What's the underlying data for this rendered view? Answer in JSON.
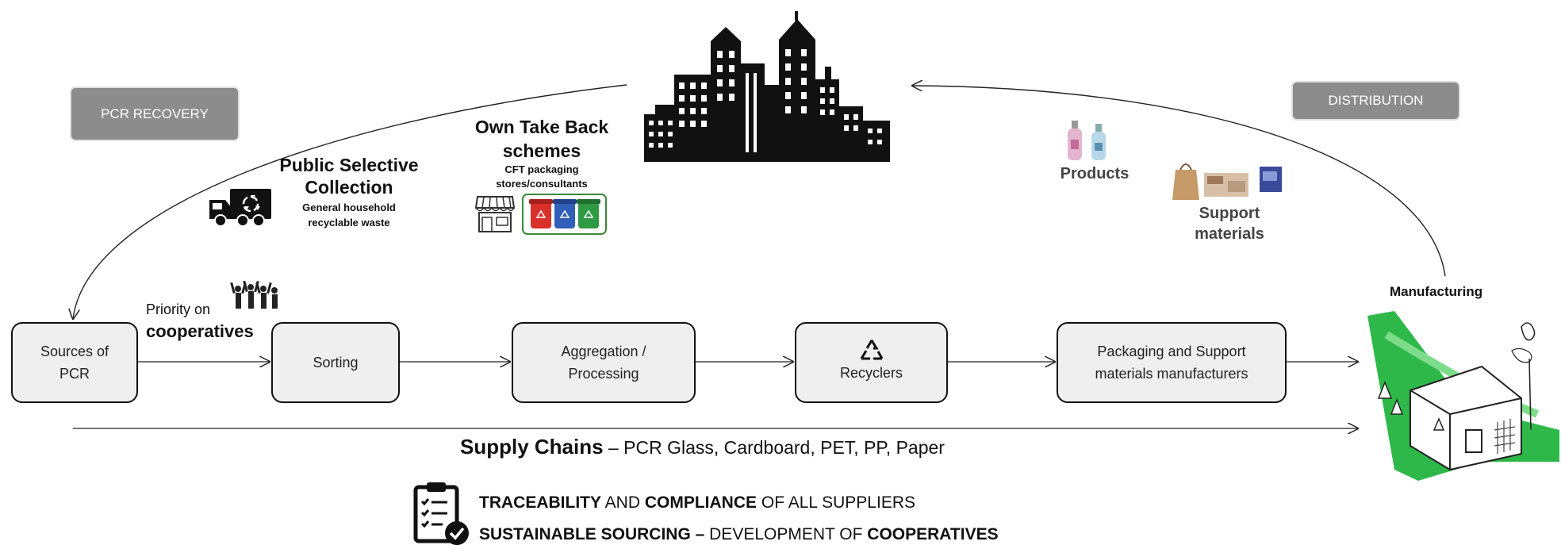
{
  "labels": {
    "pcr_recovery": "PCR RECOVERY",
    "distribution": "DISTRIBUTION",
    "manufacturing": "Manufacturing"
  },
  "collection": {
    "public_title_1": "Public Selective",
    "public_title_2": "Collection",
    "public_sub_1": "General household",
    "public_sub_2": "recyclable waste",
    "takeback_title_1": "Own Take Back",
    "takeback_title_2": "schemes",
    "takeback_sub_1": "CFT packaging",
    "takeback_sub_2": "stores/consultants"
  },
  "distribution_items": {
    "products": "Products",
    "support_1": "Support",
    "support_2": "materials"
  },
  "priority": {
    "line1": "Priority on",
    "line2": "cooperatives"
  },
  "chain_nodes": [
    {
      "line1": "Sources of",
      "line2": "PCR"
    },
    {
      "line1": "Sorting",
      "line2": ""
    },
    {
      "line1": "Aggregation /",
      "line2": "Processing"
    },
    {
      "line1": "Recyclers",
      "line2": ""
    },
    {
      "line1": "Packaging and Support",
      "line2": "materials manufacturers"
    }
  ],
  "supply": {
    "bold": "Supply Chains",
    "rest": " – PCR Glass, Cardboard, PET, PP, Paper"
  },
  "commitments": [
    {
      "p1": "TRACEABILITY",
      "p2": " AND ",
      "p3": "COMPLIANCE",
      "p4": " OF ALL SUPPLIERS"
    },
    {
      "p1": "SUSTAINABLE SOURCING – ",
      "p2": "DEVELOPMENT OF ",
      "p3": "COOPERATIVES",
      "p4": ""
    }
  ],
  "icons": {
    "city": "city-skyline-icon",
    "truck": "recycling-truck-icon",
    "store": "store-icon",
    "bins": "recycling-bins-icon",
    "people": "people-cheering-icon",
    "recycle": "recycle-icon",
    "checklist": "checklist-icon",
    "factory": "factory-icon"
  },
  "colors": {
    "tag_bg": "#8c8c8c",
    "node_bg": "#efefef",
    "factory_green": "#2fb84a",
    "bin_red": "#d9302b",
    "bin_blue": "#2f5fb8",
    "bin_green": "#2e9a43"
  }
}
